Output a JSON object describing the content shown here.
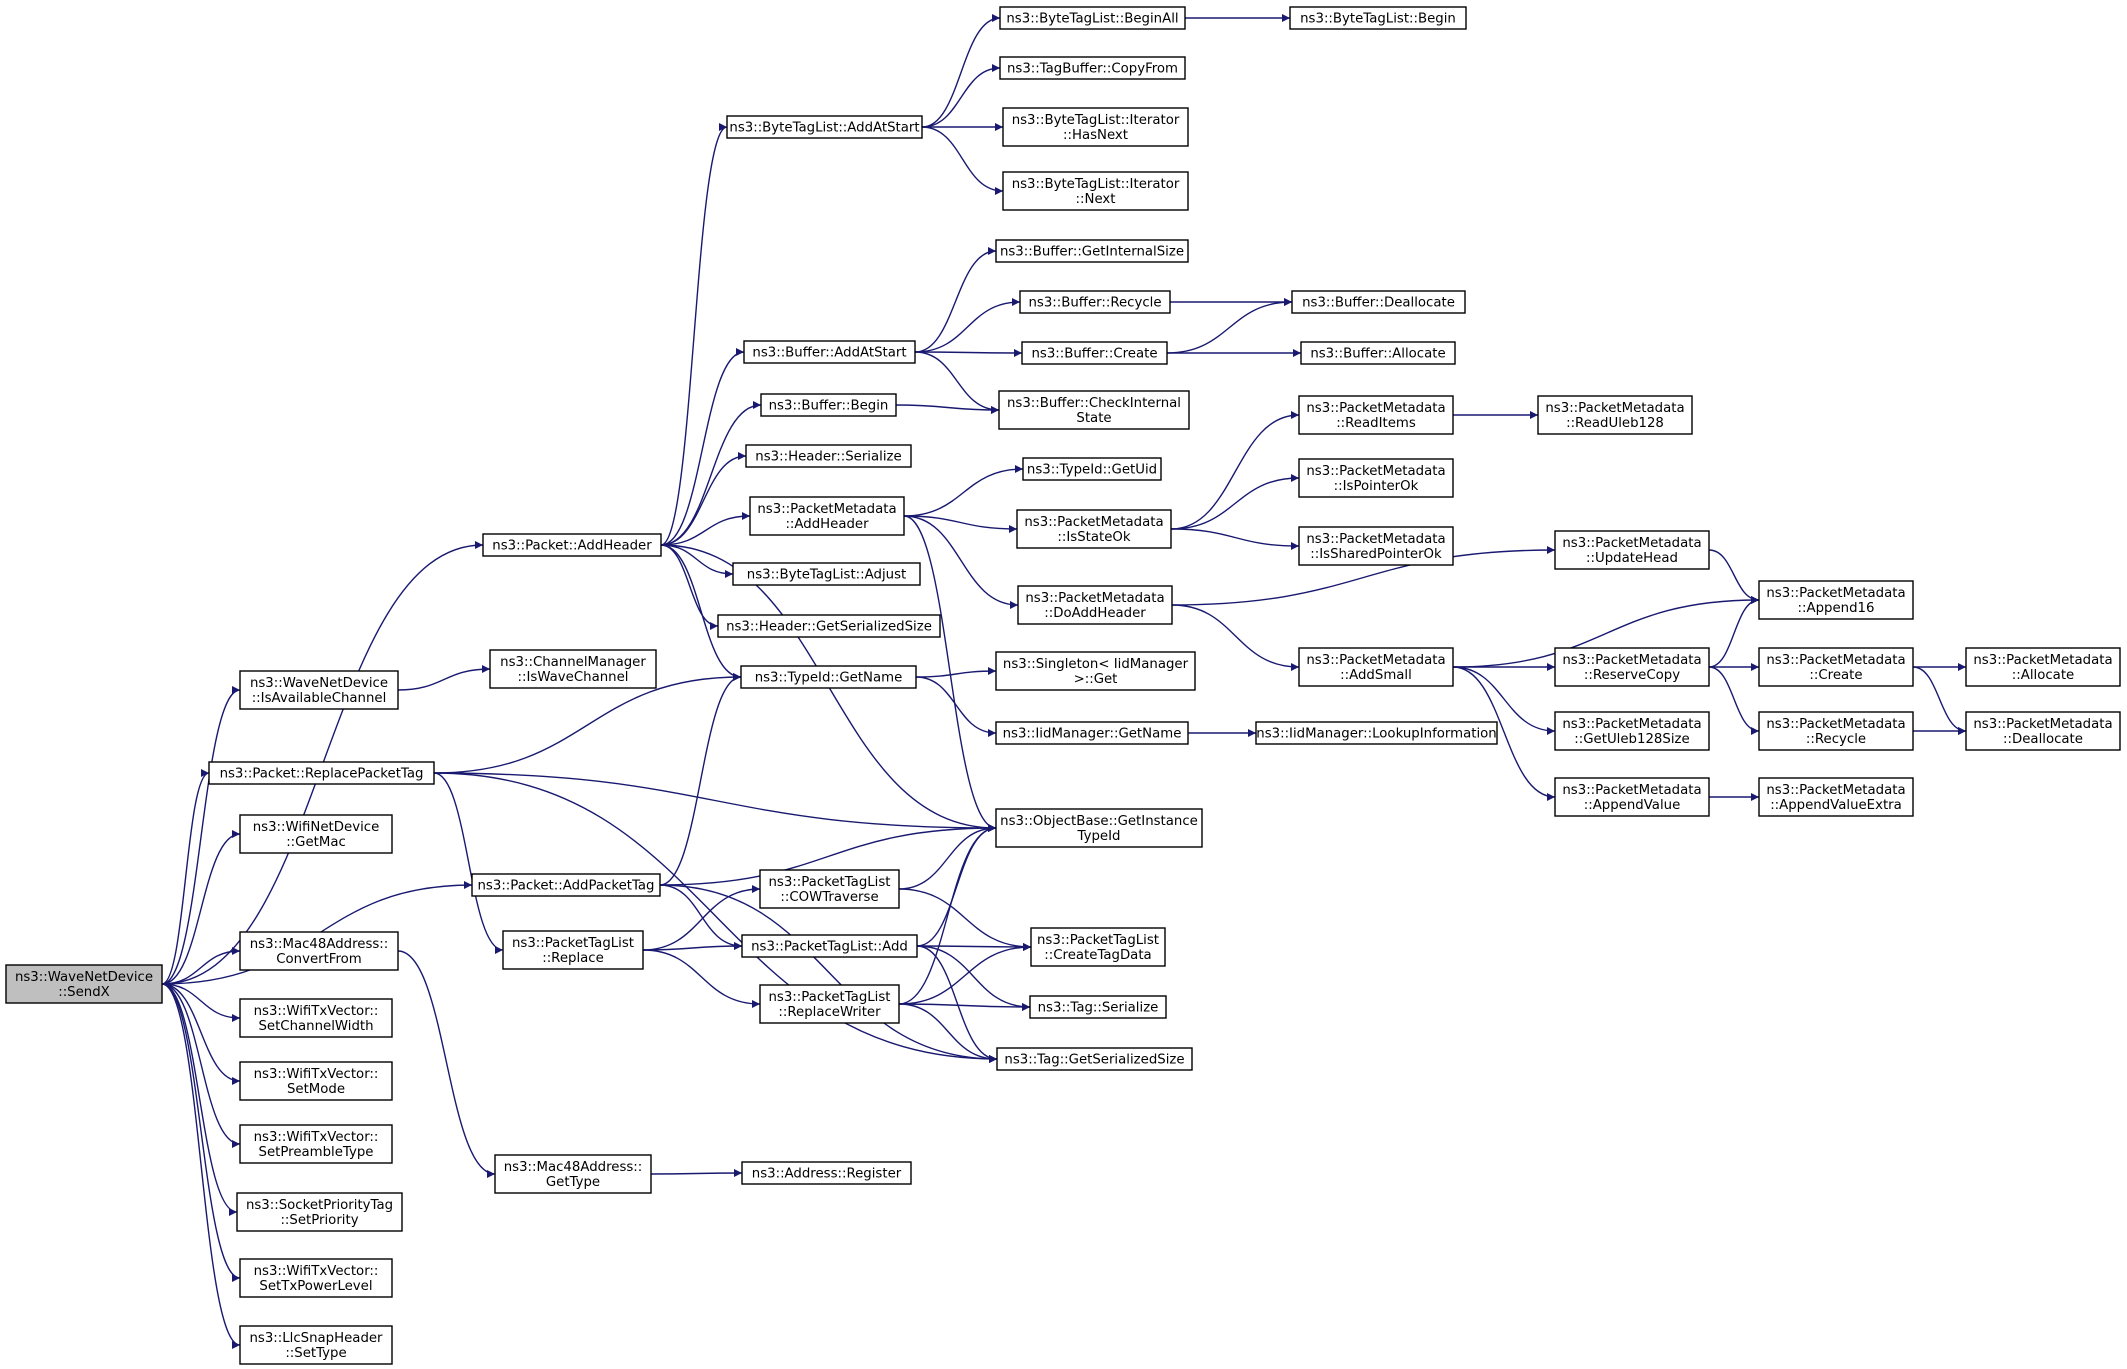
{
  "colors": {
    "edge": "#191970",
    "node_fill": "#ffffff",
    "root_fill": "#bfbfbf",
    "border": "#000000"
  },
  "nodes": [
    {
      "id": "sendx",
      "lines": [
        "ns3::WaveNetDevice",
        "::SendX"
      ],
      "root": true
    },
    {
      "id": "add_header",
      "lines": [
        "ns3::Packet::AddHeader"
      ]
    },
    {
      "id": "is_avail",
      "lines": [
        "ns3::WaveNetDevice",
        "::IsAvailableChannel"
      ]
    },
    {
      "id": "replace_ptag",
      "lines": [
        "ns3::Packet::ReplacePacketTag"
      ]
    },
    {
      "id": "getmac",
      "lines": [
        "ns3::WifiNetDevice",
        "::GetMac"
      ]
    },
    {
      "id": "add_ptag",
      "lines": [
        "ns3::Packet::AddPacketTag"
      ]
    },
    {
      "id": "convertfrom",
      "lines": [
        "ns3::Mac48Address::",
        "ConvertFrom"
      ]
    },
    {
      "id": "chwidth",
      "lines": [
        "ns3::WifiTxVector::",
        "SetChannelWidth"
      ]
    },
    {
      "id": "setmode",
      "lines": [
        "ns3::WifiTxVector::",
        "SetMode"
      ]
    },
    {
      "id": "preamble",
      "lines": [
        "ns3::WifiTxVector::",
        "SetPreambleType"
      ]
    },
    {
      "id": "setprio",
      "lines": [
        "ns3::SocketPriorityTag",
        "::SetPriority"
      ]
    },
    {
      "id": "txpower",
      "lines": [
        "ns3::WifiTxVector::",
        "SetTxPowerLevel"
      ]
    },
    {
      "id": "settype",
      "lines": [
        "ns3::LlcSnapHeader",
        "::SetType"
      ]
    },
    {
      "id": "iswave",
      "lines": [
        "ns3::ChannelManager",
        "::IsWaveChannel"
      ]
    },
    {
      "id": "ptl_replace",
      "lines": [
        "ns3::PacketTagList",
        "::Replace"
      ]
    },
    {
      "id": "mac_gettype",
      "lines": [
        "ns3::Mac48Address::",
        "GetType"
      ]
    },
    {
      "id": "btl_addatstart",
      "lines": [
        "ns3::ByteTagList::AddAtStart"
      ]
    },
    {
      "id": "buf_addatstart",
      "lines": [
        "ns3::Buffer::AddAtStart"
      ]
    },
    {
      "id": "buf_begin",
      "lines": [
        "ns3::Buffer::Begin"
      ]
    },
    {
      "id": "hdr_serialize",
      "lines": [
        "ns3::Header::Serialize"
      ]
    },
    {
      "id": "pm_addheader",
      "lines": [
        "ns3::PacketMetadata",
        "::AddHeader"
      ]
    },
    {
      "id": "btl_adjust",
      "lines": [
        "ns3::ByteTagList::Adjust"
      ]
    },
    {
      "id": "hdr_getsize",
      "lines": [
        "ns3::Header::GetSerializedSize"
      ]
    },
    {
      "id": "typeid_getname",
      "lines": [
        "ns3::TypeId::GetName"
      ]
    },
    {
      "id": "cowtraverse",
      "lines": [
        "ns3::PacketTagList",
        "::COWTraverse"
      ]
    },
    {
      "id": "ptl_add",
      "lines": [
        "ns3::PacketTagList::Add"
      ]
    },
    {
      "id": "replacewriter",
      "lines": [
        "ns3::PacketTagList",
        "::ReplaceWriter"
      ]
    },
    {
      "id": "addr_register",
      "lines": [
        "ns3::Address::Register"
      ]
    },
    {
      "id": "btl_beginall",
      "lines": [
        "ns3::ByteTagList::BeginAll"
      ]
    },
    {
      "id": "tb_copyfrom",
      "lines": [
        "ns3::TagBuffer::CopyFrom"
      ]
    },
    {
      "id": "it_hasnext",
      "lines": [
        "ns3::ByteTagList::Iterator",
        "::HasNext"
      ]
    },
    {
      "id": "it_next",
      "lines": [
        "ns3::ByteTagList::Iterator",
        "::Next"
      ]
    },
    {
      "id": "buf_getinternal",
      "lines": [
        "ns3::Buffer::GetInternalSize"
      ]
    },
    {
      "id": "buf_recycle",
      "lines": [
        "ns3::Buffer::Recycle"
      ]
    },
    {
      "id": "buf_create",
      "lines": [
        "ns3::Buffer::Create"
      ]
    },
    {
      "id": "buf_checkinternal",
      "lines": [
        "ns3::Buffer::CheckInternal",
        "State"
      ]
    },
    {
      "id": "typeid_getuid",
      "lines": [
        "ns3::TypeId::GetUid"
      ]
    },
    {
      "id": "pm_isstateok",
      "lines": [
        "ns3::PacketMetadata",
        "::IsStateOk"
      ]
    },
    {
      "id": "pm_doaddheader",
      "lines": [
        "ns3::PacketMetadata",
        "::DoAddHeader"
      ]
    },
    {
      "id": "singleton_get",
      "lines": [
        "ns3::Singleton< IidManager",
        ">::Get"
      ]
    },
    {
      "id": "iid_getname",
      "lines": [
        "ns3::IidManager::GetName"
      ]
    },
    {
      "id": "ob_gettypeid",
      "lines": [
        "ns3::ObjectBase::GetInstance",
        "TypeId"
      ]
    },
    {
      "id": "ptl_createtag",
      "lines": [
        "ns3::PacketTagList",
        "::CreateTagData"
      ]
    },
    {
      "id": "tag_serialize",
      "lines": [
        "ns3::Tag::Serialize"
      ]
    },
    {
      "id": "tag_getsize",
      "lines": [
        "ns3::Tag::GetSerializedSize"
      ]
    },
    {
      "id": "btl_begin",
      "lines": [
        "ns3::ByteTagList::Begin"
      ]
    },
    {
      "id": "buf_dealloc",
      "lines": [
        "ns3::Buffer::Deallocate"
      ]
    },
    {
      "id": "buf_alloc",
      "lines": [
        "ns3::Buffer::Allocate"
      ]
    },
    {
      "id": "pm_readitems",
      "lines": [
        "ns3::PacketMetadata",
        "::ReadItems"
      ]
    },
    {
      "id": "pm_ispointerok",
      "lines": [
        "ns3::PacketMetadata",
        "::IsPointerOk"
      ]
    },
    {
      "id": "pm_issharedok",
      "lines": [
        "ns3::PacketMetadata",
        "::IsSharedPointerOk"
      ]
    },
    {
      "id": "pm_addsmall",
      "lines": [
        "ns3::PacketMetadata",
        "::AddSmall"
      ]
    },
    {
      "id": "iid_lookup",
      "lines": [
        "ns3::IidManager::LookupInformation"
      ]
    },
    {
      "id": "pm_readuleb",
      "lines": [
        "ns3::PacketMetadata",
        "::ReadUleb128"
      ]
    },
    {
      "id": "pm_updatehead",
      "lines": [
        "ns3::PacketMetadata",
        "::UpdateHead"
      ]
    },
    {
      "id": "pm_reservecopy",
      "lines": [
        "ns3::PacketMetadata",
        "::ReserveCopy"
      ]
    },
    {
      "id": "pm_getuleb",
      "lines": [
        "ns3::PacketMetadata",
        "::GetUleb128Size"
      ]
    },
    {
      "id": "pm_appendvalue",
      "lines": [
        "ns3::PacketMetadata",
        "::AppendValue"
      ]
    },
    {
      "id": "pm_append16",
      "lines": [
        "ns3::PacketMetadata",
        "::Append16"
      ]
    },
    {
      "id": "pm_create",
      "lines": [
        "ns3::PacketMetadata",
        "::Create"
      ]
    },
    {
      "id": "pm_recycle",
      "lines": [
        "ns3::PacketMetadata",
        "::Recycle"
      ]
    },
    {
      "id": "pm_appendextra",
      "lines": [
        "ns3::PacketMetadata",
        "::AppendValueExtra"
      ]
    },
    {
      "id": "pm_allocate",
      "lines": [
        "ns3::PacketMetadata",
        "::Allocate"
      ]
    },
    {
      "id": "pm_deallocate",
      "lines": [
        "ns3::PacketMetadata",
        "::Deallocate"
      ]
    }
  ],
  "edges": [
    [
      "sendx",
      "add_header"
    ],
    [
      "sendx",
      "is_avail"
    ],
    [
      "sendx",
      "replace_ptag"
    ],
    [
      "sendx",
      "getmac"
    ],
    [
      "sendx",
      "add_ptag"
    ],
    [
      "sendx",
      "convertfrom"
    ],
    [
      "sendx",
      "chwidth"
    ],
    [
      "sendx",
      "setmode"
    ],
    [
      "sendx",
      "preamble"
    ],
    [
      "sendx",
      "setprio"
    ],
    [
      "sendx",
      "txpower"
    ],
    [
      "sendx",
      "settype"
    ],
    [
      "add_header",
      "btl_addatstart"
    ],
    [
      "add_header",
      "buf_addatstart"
    ],
    [
      "add_header",
      "buf_begin"
    ],
    [
      "add_header",
      "hdr_serialize"
    ],
    [
      "add_header",
      "pm_addheader"
    ],
    [
      "add_header",
      "btl_adjust"
    ],
    [
      "add_header",
      "hdr_getsize"
    ],
    [
      "add_header",
      "typeid_getname"
    ],
    [
      "add_header",
      "ob_gettypeid"
    ],
    [
      "is_avail",
      "iswave"
    ],
    [
      "replace_ptag",
      "typeid_getname"
    ],
    [
      "replace_ptag",
      "ob_gettypeid"
    ],
    [
      "replace_ptag",
      "ptl_replace"
    ],
    [
      "replace_ptag",
      "tag_getsize"
    ],
    [
      "add_ptag",
      "typeid_getname"
    ],
    [
      "add_ptag",
      "ob_gettypeid"
    ],
    [
      "add_ptag",
      "ptl_add"
    ],
    [
      "add_ptag",
      "tag_getsize"
    ],
    [
      "convertfrom",
      "mac_gettype"
    ],
    [
      "mac_gettype",
      "addr_register"
    ],
    [
      "ptl_replace",
      "cowtraverse"
    ],
    [
      "ptl_replace",
      "ptl_add"
    ],
    [
      "ptl_replace",
      "replacewriter"
    ],
    [
      "btl_addatstart",
      "btl_beginall"
    ],
    [
      "btl_addatstart",
      "tb_copyfrom"
    ],
    [
      "btl_addatstart",
      "it_hasnext"
    ],
    [
      "btl_addatstart",
      "it_next"
    ],
    [
      "btl_beginall",
      "btl_begin"
    ],
    [
      "buf_addatstart",
      "buf_getinternal"
    ],
    [
      "buf_addatstart",
      "buf_recycle"
    ],
    [
      "buf_addatstart",
      "buf_create"
    ],
    [
      "buf_addatstart",
      "buf_checkinternal"
    ],
    [
      "buf_begin",
      "buf_checkinternal"
    ],
    [
      "buf_recycle",
      "buf_dealloc"
    ],
    [
      "buf_create",
      "buf_dealloc"
    ],
    [
      "buf_create",
      "buf_alloc"
    ],
    [
      "pm_addheader",
      "typeid_getuid"
    ],
    [
      "pm_addheader",
      "pm_isstateok"
    ],
    [
      "pm_addheader",
      "pm_doaddheader"
    ],
    [
      "pm_addheader",
      "ob_gettypeid"
    ],
    [
      "pm_isstateok",
      "pm_readitems"
    ],
    [
      "pm_isstateok",
      "pm_ispointerok"
    ],
    [
      "pm_isstateok",
      "pm_issharedok"
    ],
    [
      "pm_readitems",
      "pm_readuleb"
    ],
    [
      "pm_doaddheader",
      "pm_updatehead"
    ],
    [
      "pm_doaddheader",
      "pm_addsmall"
    ],
    [
      "pm_updatehead",
      "pm_append16"
    ],
    [
      "pm_addsmall",
      "pm_append16"
    ],
    [
      "pm_addsmall",
      "pm_reservecopy"
    ],
    [
      "pm_addsmall",
      "pm_getuleb"
    ],
    [
      "pm_addsmall",
      "pm_appendvalue"
    ],
    [
      "pm_reservecopy",
      "pm_append16"
    ],
    [
      "pm_reservecopy",
      "pm_create"
    ],
    [
      "pm_reservecopy",
      "pm_recycle"
    ],
    [
      "pm_create",
      "pm_allocate"
    ],
    [
      "pm_create",
      "pm_deallocate"
    ],
    [
      "pm_recycle",
      "pm_deallocate"
    ],
    [
      "pm_appendvalue",
      "pm_appendextra"
    ],
    [
      "typeid_getname",
      "singleton_get"
    ],
    [
      "typeid_getname",
      "iid_getname"
    ],
    [
      "iid_getname",
      "iid_lookup"
    ],
    [
      "cowtraverse",
      "ob_gettypeid"
    ],
    [
      "cowtraverse",
      "ptl_createtag"
    ],
    [
      "ptl_add",
      "ob_gettypeid"
    ],
    [
      "ptl_add",
      "ptl_createtag"
    ],
    [
      "ptl_add",
      "tag_serialize"
    ],
    [
      "ptl_add",
      "tag_getsize"
    ],
    [
      "replacewriter",
      "ob_gettypeid"
    ],
    [
      "replacewriter",
      "ptl_createtag"
    ],
    [
      "replacewriter",
      "tag_serialize"
    ],
    [
      "replacewriter",
      "tag_getsize"
    ]
  ]
}
